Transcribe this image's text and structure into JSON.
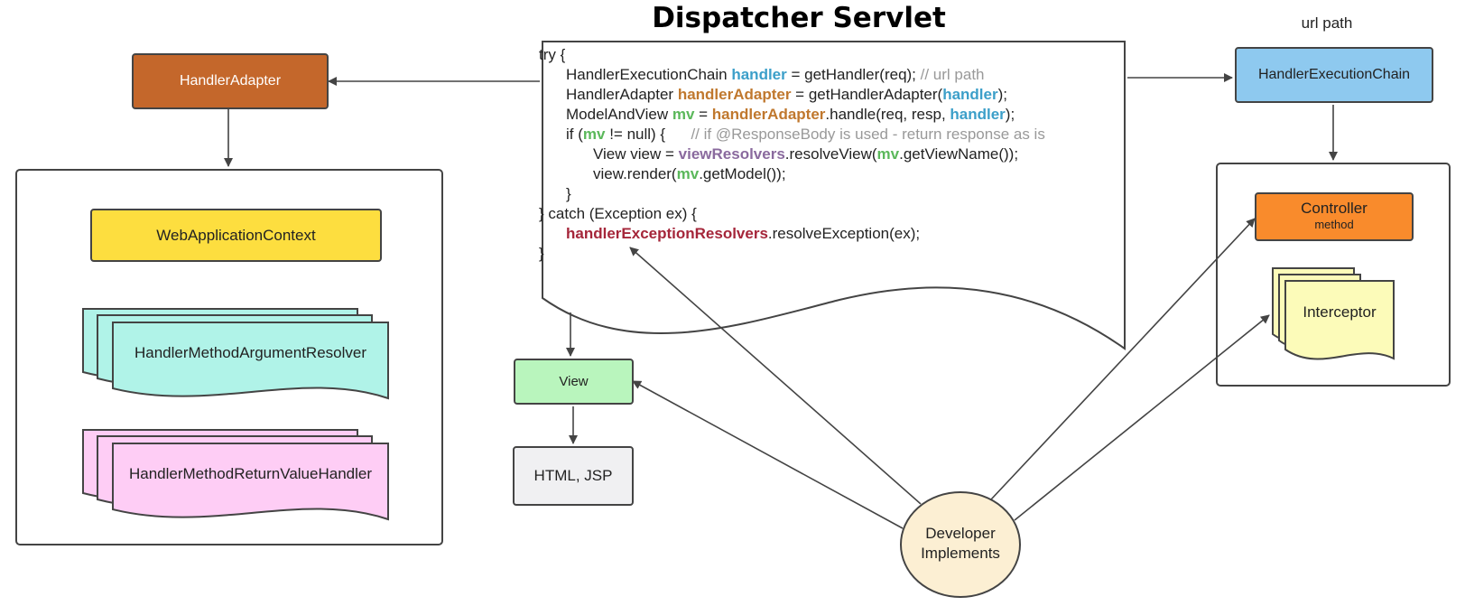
{
  "title": "Dispatcher Servlet",
  "url_path_label": "url path",
  "boxes": {
    "handler_adapter": "HandlerAdapter",
    "handler_execution_chain": "HandlerExecutionChain",
    "web_application_context": "WebApplicationContext",
    "argument_resolver": "HandlerMethodArgumentResolver",
    "return_value_handler": "HandlerMethodReturnValueHandler",
    "view": "View",
    "html_jsp": "HTML, JSP",
    "controller": "Controller",
    "controller_sub": "method",
    "interceptor": "Interceptor",
    "developer_line1": "Developer",
    "developer_line2": "Implements"
  },
  "code": {
    "l1": "try {",
    "l2a": "HandlerExecutionChain ",
    "l2b": "handler",
    "l2c": " = getHandler(req); ",
    "l2d": "// url path",
    "l3a": "HandlerAdapter ",
    "l3b": "handlerAdapter",
    "l3c": " = getHandlerAdapter(",
    "l3d": "handler",
    "l3e": ");",
    "l4a": "ModelAndView ",
    "l4b": "mv",
    "l4c": " = ",
    "l4d": "handlerAdapter",
    "l4e": ".handle(req, resp, ",
    "l4f": "handler",
    "l4g": ");",
    "l5a": "if (",
    "l5b": "mv",
    "l5c": " != null) {      ",
    "l5d": "// if @ResponseBody is used - return response as is",
    "l6a": "View view = ",
    "l6b": "viewResolvers",
    "l6c": ".resolveView(",
    "l6d": "mv",
    "l6e": ".getViewName());",
    "l7a": "view.render(",
    "l7b": "mv",
    "l7c": ".getModel());",
    "l8": "}",
    "l9": "} catch (Exception ex) {",
    "l10a": "handlerExceptionResolvers",
    "l10b": ".resolveException(ex);",
    "l11": "}"
  },
  "colors": {
    "handler_adapter": "#c4672b",
    "handler_execution_chain": "#8ec9ef",
    "web_application_context": "#fdde3f",
    "argument_resolver": "#b0f3e8",
    "return_value_handler": "#fecdf5",
    "view": "#b9f5bd",
    "html_jsp": "#f0f0f2",
    "controller": "#f98b2c",
    "interceptor": "#fcfbb9",
    "developer": "#fcefd3"
  }
}
